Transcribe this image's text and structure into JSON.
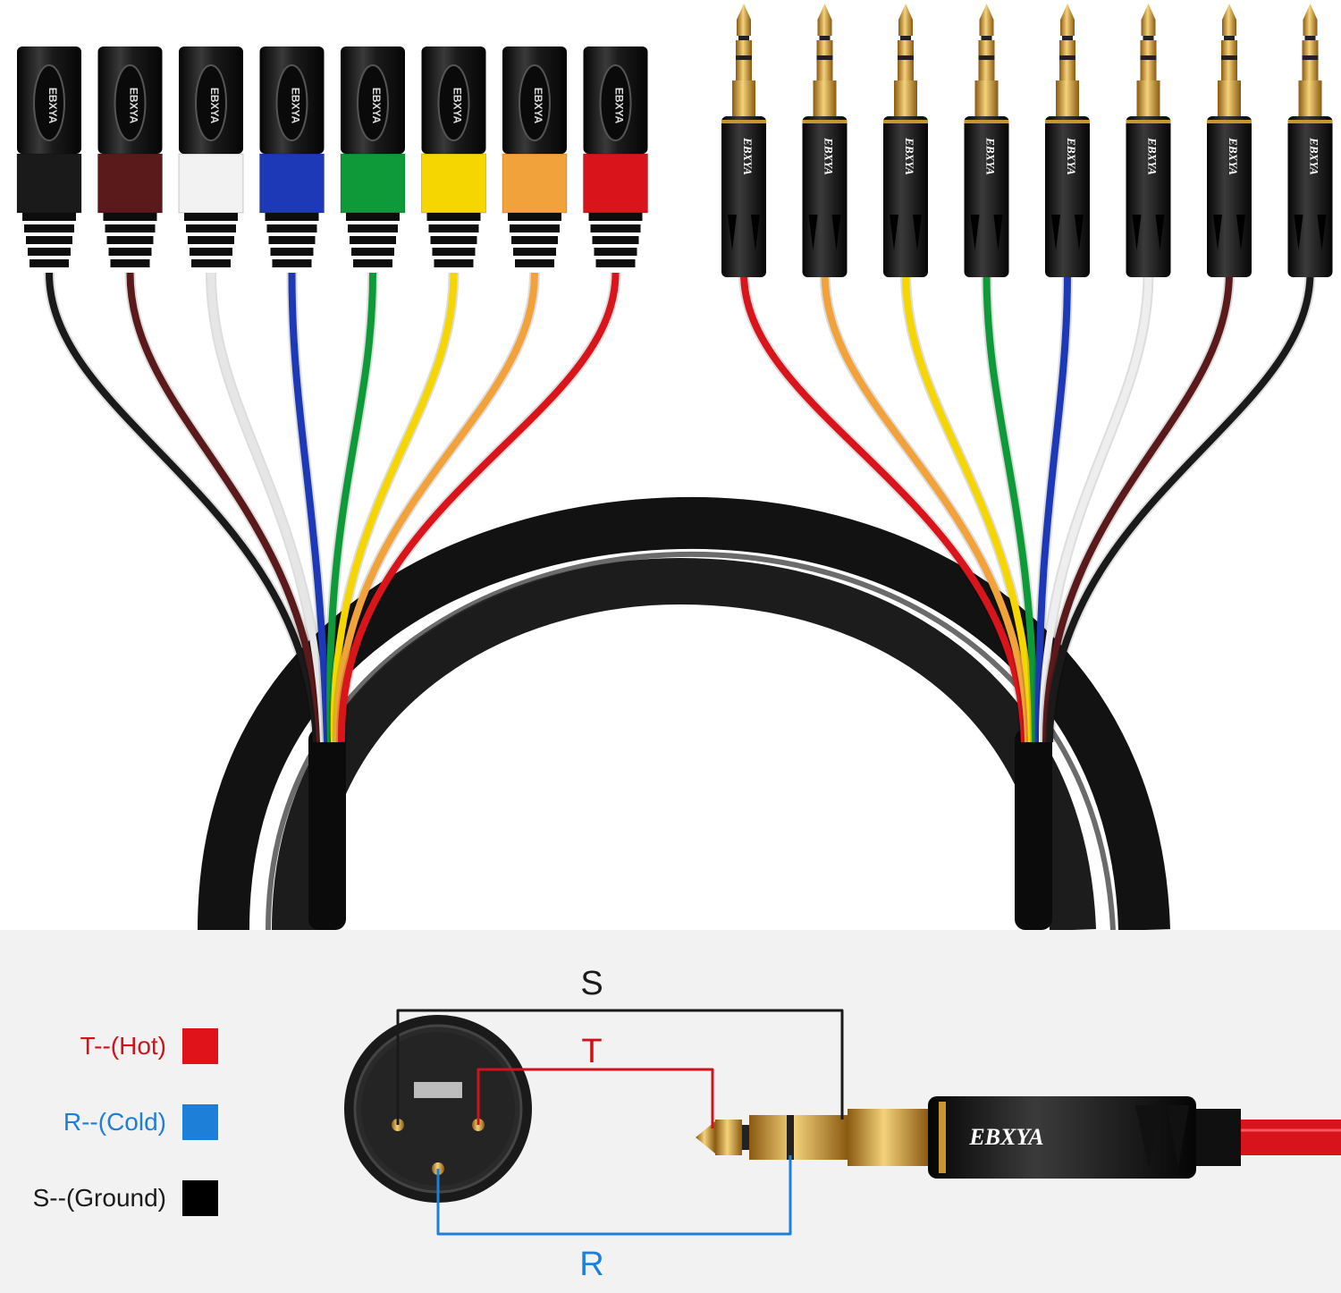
{
  "brand": "EBXYA",
  "colors": {
    "jacket": "#151515",
    "background_top": "#ffffff",
    "background_bottom": "#f2f2f2",
    "gold": "#d2a13a",
    "hot_red": "#e1131a",
    "cold_blue": "#1e7fd8",
    "ground_black": "#000000"
  },
  "channels": [
    {
      "id": 1,
      "color": "#1a1a1a"
    },
    {
      "id": 2,
      "color": "#5a1a1c"
    },
    {
      "id": 3,
      "color": "#f2f2f2"
    },
    {
      "id": 4,
      "color": "#1e39b8"
    },
    {
      "id": 5,
      "color": "#0f9a3a"
    },
    {
      "id": 6,
      "color": "#f6d600"
    },
    {
      "id": 7,
      "color": "#f2a23a"
    },
    {
      "id": 8,
      "color": "#d9141b"
    }
  ],
  "legend": [
    {
      "label": "T--(Hot)",
      "color": "#e1131a",
      "text_color": "#d0121a"
    },
    {
      "label": "R--(Cold)",
      "color": "#1e7fd8",
      "text_color": "#1e7fd8"
    },
    {
      "label": "S--(Ground)",
      "color": "#000000",
      "text_color": "#1a1a1a"
    }
  ],
  "wiring": {
    "sleeve_label": "S",
    "tip_label": "T",
    "ring_label": "R"
  }
}
